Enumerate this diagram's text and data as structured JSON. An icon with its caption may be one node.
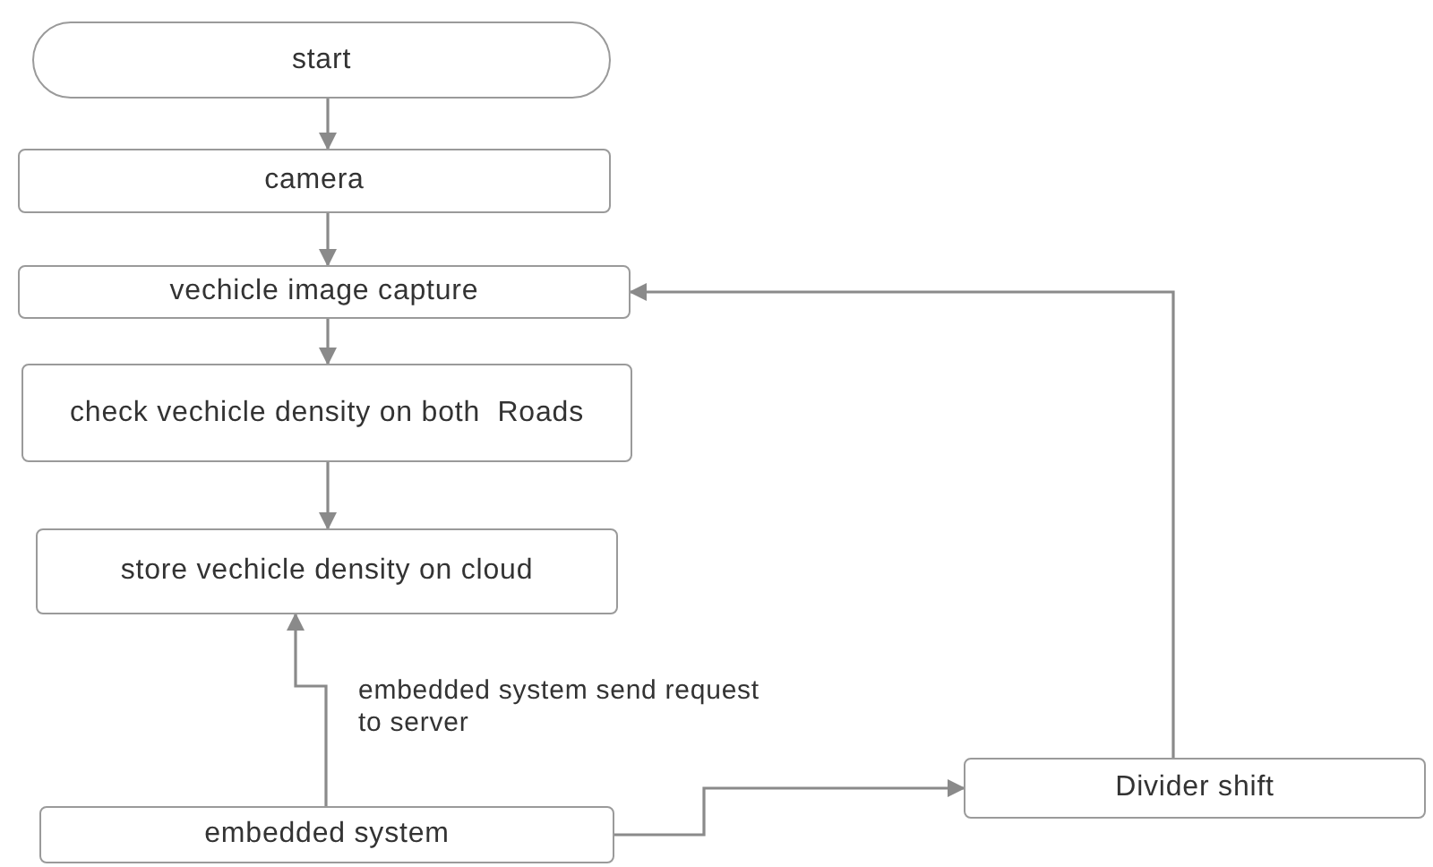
{
  "diagram": {
    "nodes": [
      {
        "text": [
          "start"
        ]
      },
      {
        "text": [
          "camera"
        ]
      },
      {
        "text": [
          "vechicle image capture"
        ]
      },
      {
        "text": [
          "check vechicle density on both  Roads"
        ]
      },
      {
        "text": [
          "store vechicle density on cloud"
        ]
      },
      {
        "text": [
          "embedded system"
        ]
      },
      {
        "text": [
          "Divider shift"
        ]
      }
    ],
    "edges": [
      {
        "from": 0,
        "to": 1,
        "arrow": "to"
      },
      {
        "from": 1,
        "to": 2,
        "arrow": "to"
      },
      {
        "from": 2,
        "to": 3,
        "arrow": "to"
      },
      {
        "from": 3,
        "to": 4,
        "arrow": "to"
      },
      {
        "from": 5,
        "to": 4,
        "arrow": "to",
        "label": "embedded system send request to server"
      },
      {
        "from": 5,
        "to": 6,
        "arrow": "to"
      },
      {
        "from": 6,
        "to": 2,
        "arrow": "to"
      }
    ]
  }
}
